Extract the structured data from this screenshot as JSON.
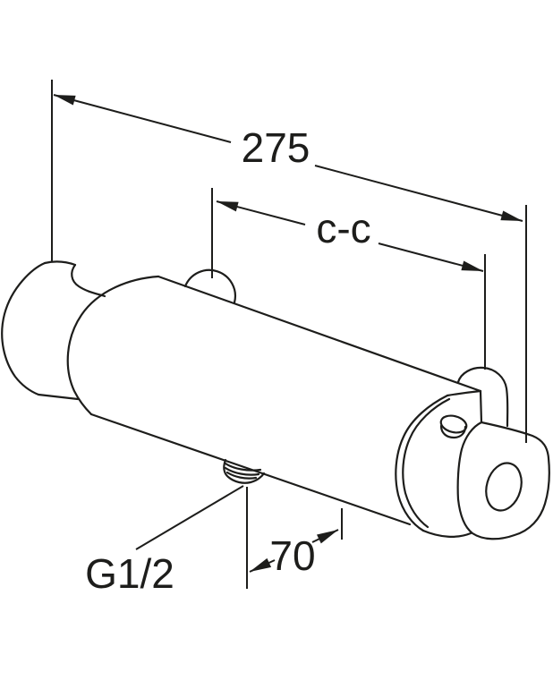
{
  "page": {
    "background_color": "#ffffff"
  },
  "drawing": {
    "description": "Perspective line drawing of a thermostatic shower mixer bar valve with dimension annotations",
    "stroke_color": "#1d1d1b",
    "labels": {
      "overall_length": "275",
      "center_to_center": "c-c",
      "outlet_offset": "70",
      "thread_size": "G1/2"
    }
  }
}
